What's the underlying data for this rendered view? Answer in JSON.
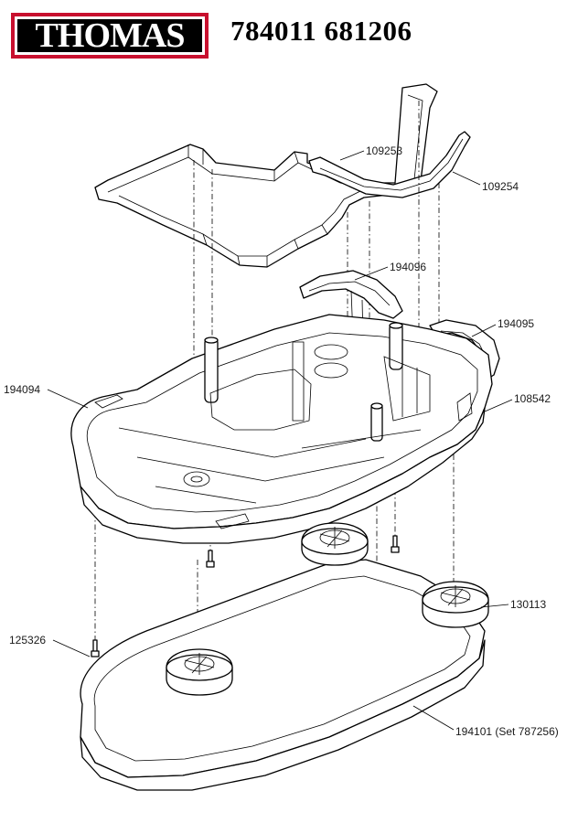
{
  "header": {
    "brand": "THOMAS",
    "model_numbers": "784011 681206",
    "brand_color": "#c8102e"
  },
  "parts": [
    {
      "id": "part-109253",
      "number": "109253"
    },
    {
      "id": "part-109254",
      "number": "109254"
    },
    {
      "id": "part-194096",
      "number": "194096"
    },
    {
      "id": "part-194095",
      "number": "194095"
    },
    {
      "id": "part-194094",
      "number": "194094"
    },
    {
      "id": "part-108542",
      "number": "108542"
    },
    {
      "id": "part-130113",
      "number": "130113"
    },
    {
      "id": "part-125326",
      "number": "125326"
    },
    {
      "id": "part-194101",
      "number": "194101 (Set 787256)"
    }
  ]
}
